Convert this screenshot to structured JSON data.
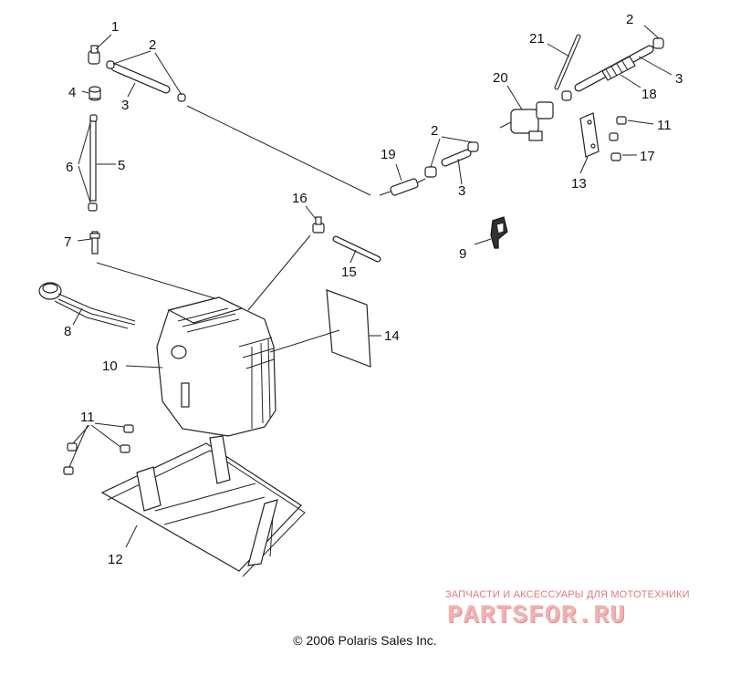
{
  "callouts": {
    "c1": "1",
    "c2a": "2",
    "c3a": "3",
    "c4": "4",
    "c5": "5",
    "c6": "6",
    "c7": "7",
    "c8": "8",
    "c9": "9",
    "c10": "10",
    "c11a": "11",
    "c11b": "11",
    "c12": "12",
    "c13": "13",
    "c14": "14",
    "c15": "15",
    "c16": "16",
    "c17": "17",
    "c18": "18",
    "c19": "19",
    "c2b": "2",
    "c3b": "3",
    "c20": "20",
    "c21": "21",
    "c2c": "2",
    "c3c": "3"
  },
  "footer": {
    "copyright": "© 2006 Polaris Sales Inc."
  },
  "watermark": {
    "tagline": "ЗАПЧАСТИ И АКСЕССУАРЫ ДЛЯ МОТОТЕХНИКИ",
    "logo": "PARTSFOR.RU"
  }
}
